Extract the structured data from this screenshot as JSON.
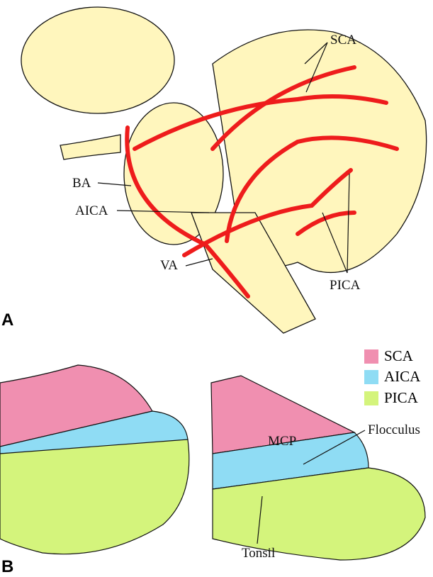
{
  "panel_a": {
    "label": "A",
    "labels": {
      "sca": "SCA",
      "ba": "BA",
      "aica": "AICA",
      "va": "VA",
      "pica": "PICA"
    }
  },
  "panel_b": {
    "label": "B",
    "legend": [
      {
        "name": "SCA",
        "color": "#f08fb0"
      },
      {
        "name": "AICA",
        "color": "#8fdcf4"
      },
      {
        "name": "PICA",
        "color": "#d4f47c"
      }
    ],
    "labels": {
      "mcp": "MCP",
      "flocculus": "Flocculus",
      "tonsil": "Tonsil"
    }
  },
  "colors": {
    "brain": "#fff6bd",
    "artery": "#ee1c1c"
  }
}
